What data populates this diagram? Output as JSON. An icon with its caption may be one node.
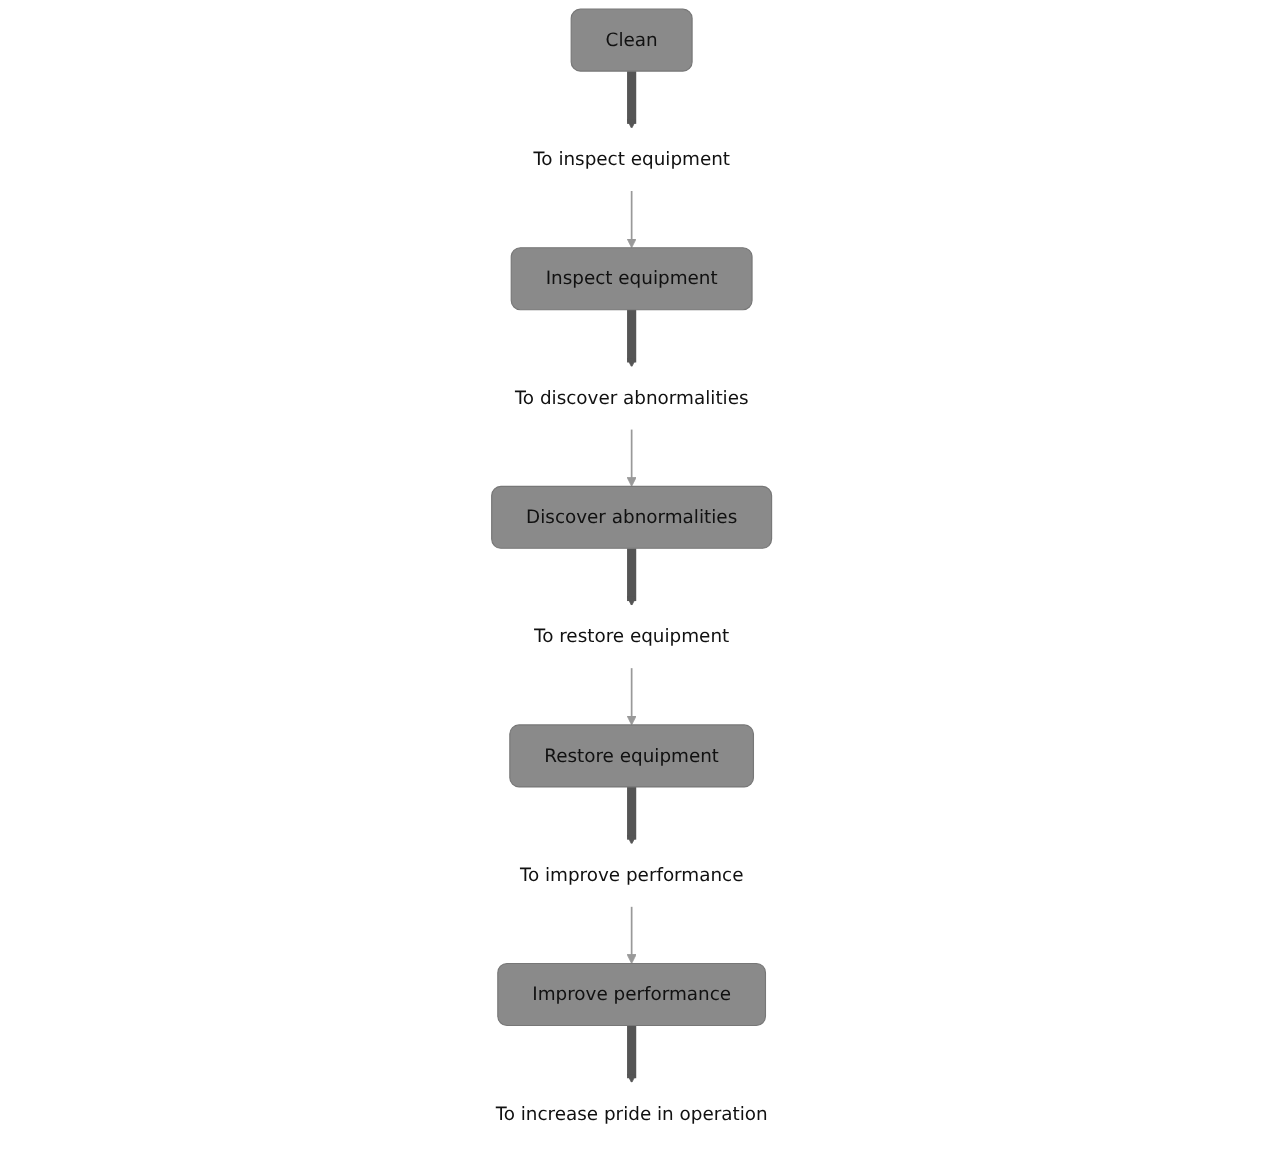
{
  "diagram": {
    "nodes": [
      {
        "text": [
          "Clean"
        ]
      },
      {
        "text": [
          "Inspect equipment"
        ]
      },
      {
        "text": [
          "Discover abnormalities"
        ]
      },
      {
        "text": [
          "Restore equipment"
        ]
      },
      {
        "text": [
          "Improve performance"
        ]
      },
      {
        "text": [
          "To inspect equipment"
        ]
      },
      {
        "text": [
          "To discover abnormalities"
        ]
      },
      {
        "text": [
          "To restore equipment"
        ]
      },
      {
        "text": [
          "To improve performance"
        ]
      },
      {
        "text": [
          "To increase pride in operation"
        ]
      }
    ],
    "edges": [
      {
        "from": 0,
        "to": 5,
        "arrow": "to"
      },
      {
        "from": 5,
        "to": 1,
        "arrow": "to",
        "color": "#999999"
      },
      {
        "from": 1,
        "to": 6,
        "arrow": "to"
      },
      {
        "from": 6,
        "to": 2,
        "arrow": "to",
        "color": "#999999"
      },
      {
        "from": 2,
        "to": 7,
        "arrow": "to"
      },
      {
        "from": 7,
        "to": 3,
        "arrow": "to",
        "color": "#999999"
      },
      {
        "from": 3,
        "to": 8,
        "arrow": "to"
      },
      {
        "from": 8,
        "to": 4,
        "arrow": "to",
        "color": "#999999"
      },
      {
        "from": 4,
        "to": 9,
        "arrow": "to"
      }
    ]
  }
}
